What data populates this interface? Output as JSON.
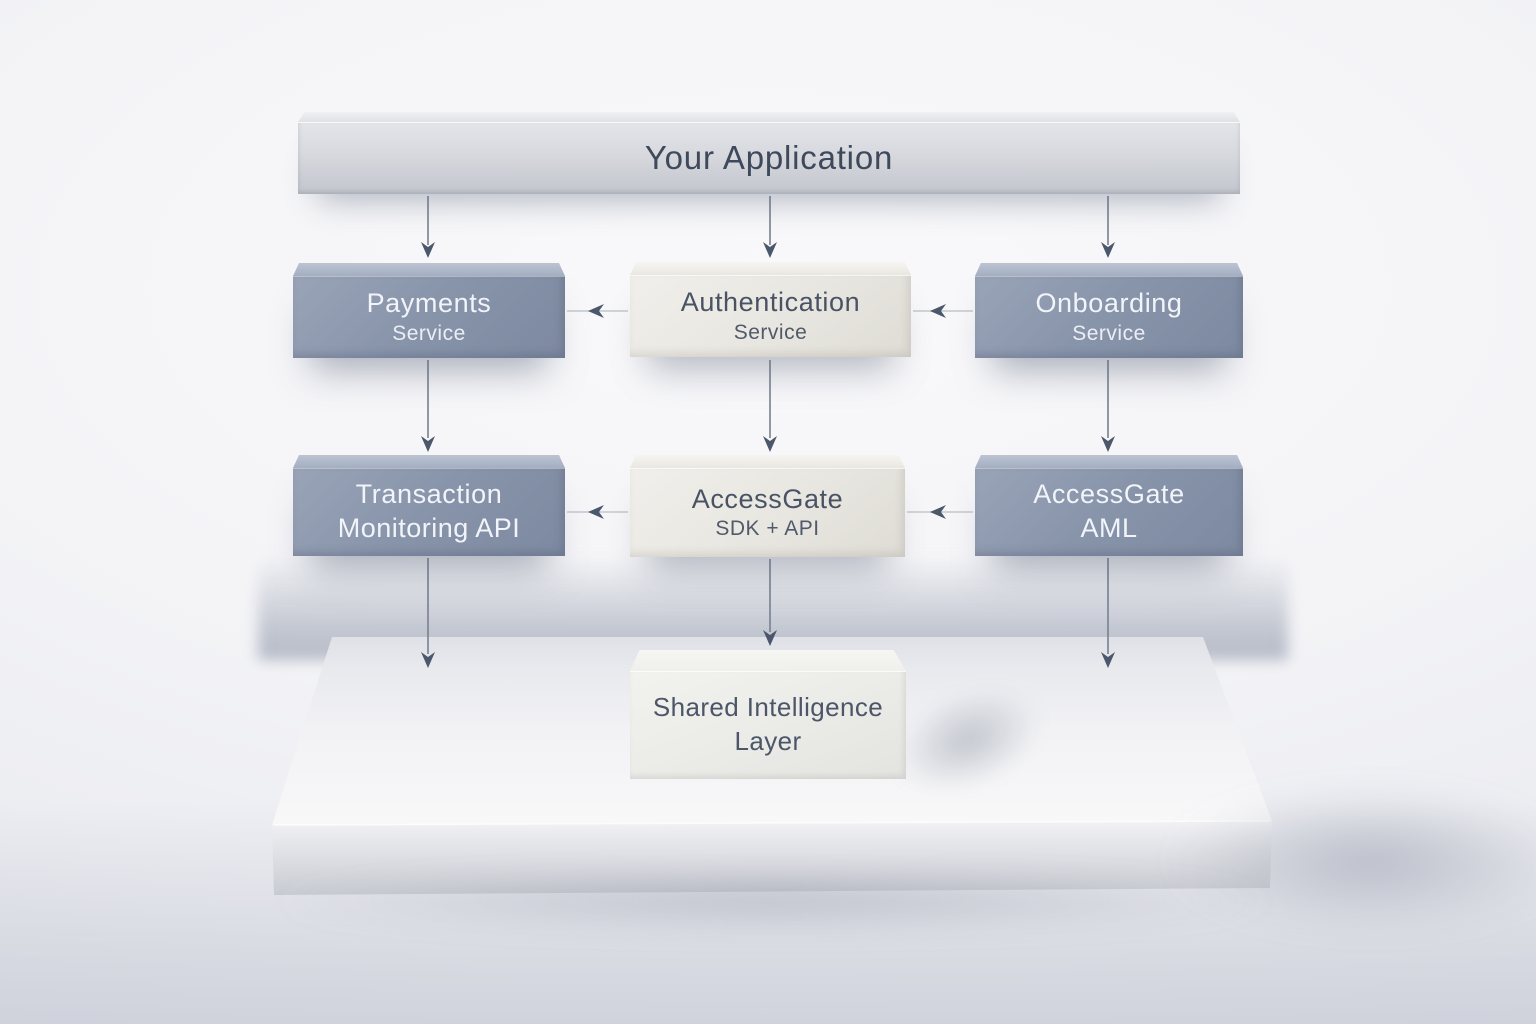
{
  "app_bar": {
    "label": "Your Application"
  },
  "nodes": {
    "payments": {
      "line1": "Payments",
      "line2": "Service"
    },
    "authentication": {
      "line1": "Authentication",
      "line2": "Service"
    },
    "onboarding": {
      "line1": "Onboarding",
      "line2": "Service"
    },
    "transaction_monitoring": {
      "line1": "Transaction",
      "line2": "Monitoring API"
    },
    "accessgate_sdk": {
      "line1": "AccessGate",
      "line2": "SDK + API"
    },
    "accessgate_aml": {
      "line1": "AccessGate",
      "line2": "AML"
    },
    "shared_intelligence": {
      "line1": "Shared Intelligence",
      "line2": "Layer"
    }
  },
  "connections": [
    {
      "from": "your-application",
      "to": "payments-service",
      "direction": "down"
    },
    {
      "from": "your-application",
      "to": "authentication-service",
      "direction": "down"
    },
    {
      "from": "your-application",
      "to": "onboarding-service",
      "direction": "down"
    },
    {
      "from": "authentication-service",
      "to": "payments-service",
      "direction": "left"
    },
    {
      "from": "onboarding-service",
      "to": "authentication-service",
      "direction": "left"
    },
    {
      "from": "payments-service",
      "to": "transaction-monitoring-api",
      "direction": "down"
    },
    {
      "from": "authentication-service",
      "to": "accessgate-sdk-api",
      "direction": "down"
    },
    {
      "from": "onboarding-service",
      "to": "accessgate-aml",
      "direction": "down"
    },
    {
      "from": "accessgate-sdk-api",
      "to": "transaction-monitoring-api",
      "direction": "left"
    },
    {
      "from": "accessgate-aml",
      "to": "accessgate-sdk-api",
      "direction": "left"
    },
    {
      "from": "transaction-monitoring-api",
      "to": "platform",
      "direction": "down"
    },
    {
      "from": "accessgate-sdk-api",
      "to": "shared-intelligence-layer",
      "direction": "down"
    },
    {
      "from": "accessgate-aml",
      "to": "platform",
      "direction": "down"
    }
  ],
  "colors": {
    "blue-box": "#8894aa",
    "cream-box": "#e9e7e1",
    "silver-bar": "#d7d9de",
    "platform": "#f2f2f5",
    "text-dark": "#46505f",
    "text-light": "#f1f4f9",
    "arrowhead": "#4b576a",
    "line": "#78818f",
    "background": "#f4f4f7"
  }
}
